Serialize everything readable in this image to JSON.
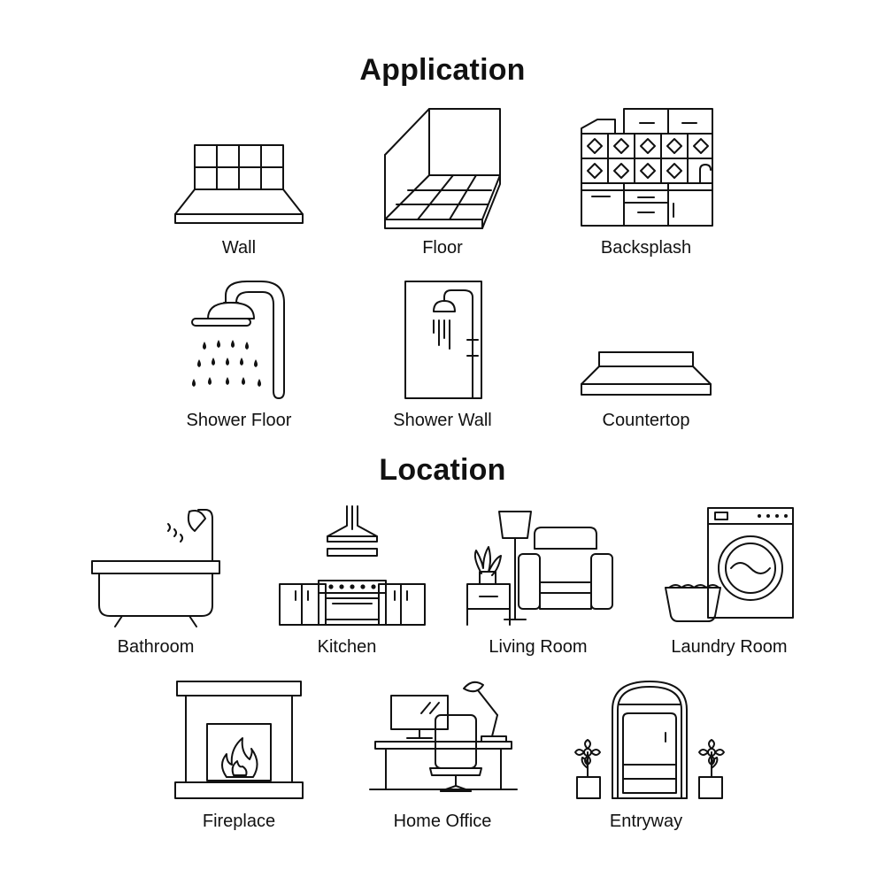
{
  "sections": [
    {
      "title": "Application",
      "items": [
        {
          "label": "Wall",
          "icon": "wall-tile-icon"
        },
        {
          "label": "Floor",
          "icon": "floor-tile-icon"
        },
        {
          "label": "Backsplash",
          "icon": "backsplash-icon"
        },
        {
          "label": "Shower Floor",
          "icon": "shower-head-icon"
        },
        {
          "label": "Shower Wall",
          "icon": "shower-stall-icon"
        },
        {
          "label": "Countertop",
          "icon": "countertop-icon"
        }
      ]
    },
    {
      "title": "Location",
      "items": [
        {
          "label": "Bathroom",
          "icon": "bathtub-icon"
        },
        {
          "label": "Kitchen",
          "icon": "kitchen-icon"
        },
        {
          "label": "Living Room",
          "icon": "armchair-icon"
        },
        {
          "label": "Laundry Room",
          "icon": "washing-machine-icon"
        },
        {
          "label": "Fireplace",
          "icon": "fireplace-icon"
        },
        {
          "label": "Home Office",
          "icon": "desk-icon"
        },
        {
          "label": "Entryway",
          "icon": "door-icon"
        }
      ]
    }
  ],
  "colors": {
    "line": "#111111",
    "background": "#ffffff"
  }
}
